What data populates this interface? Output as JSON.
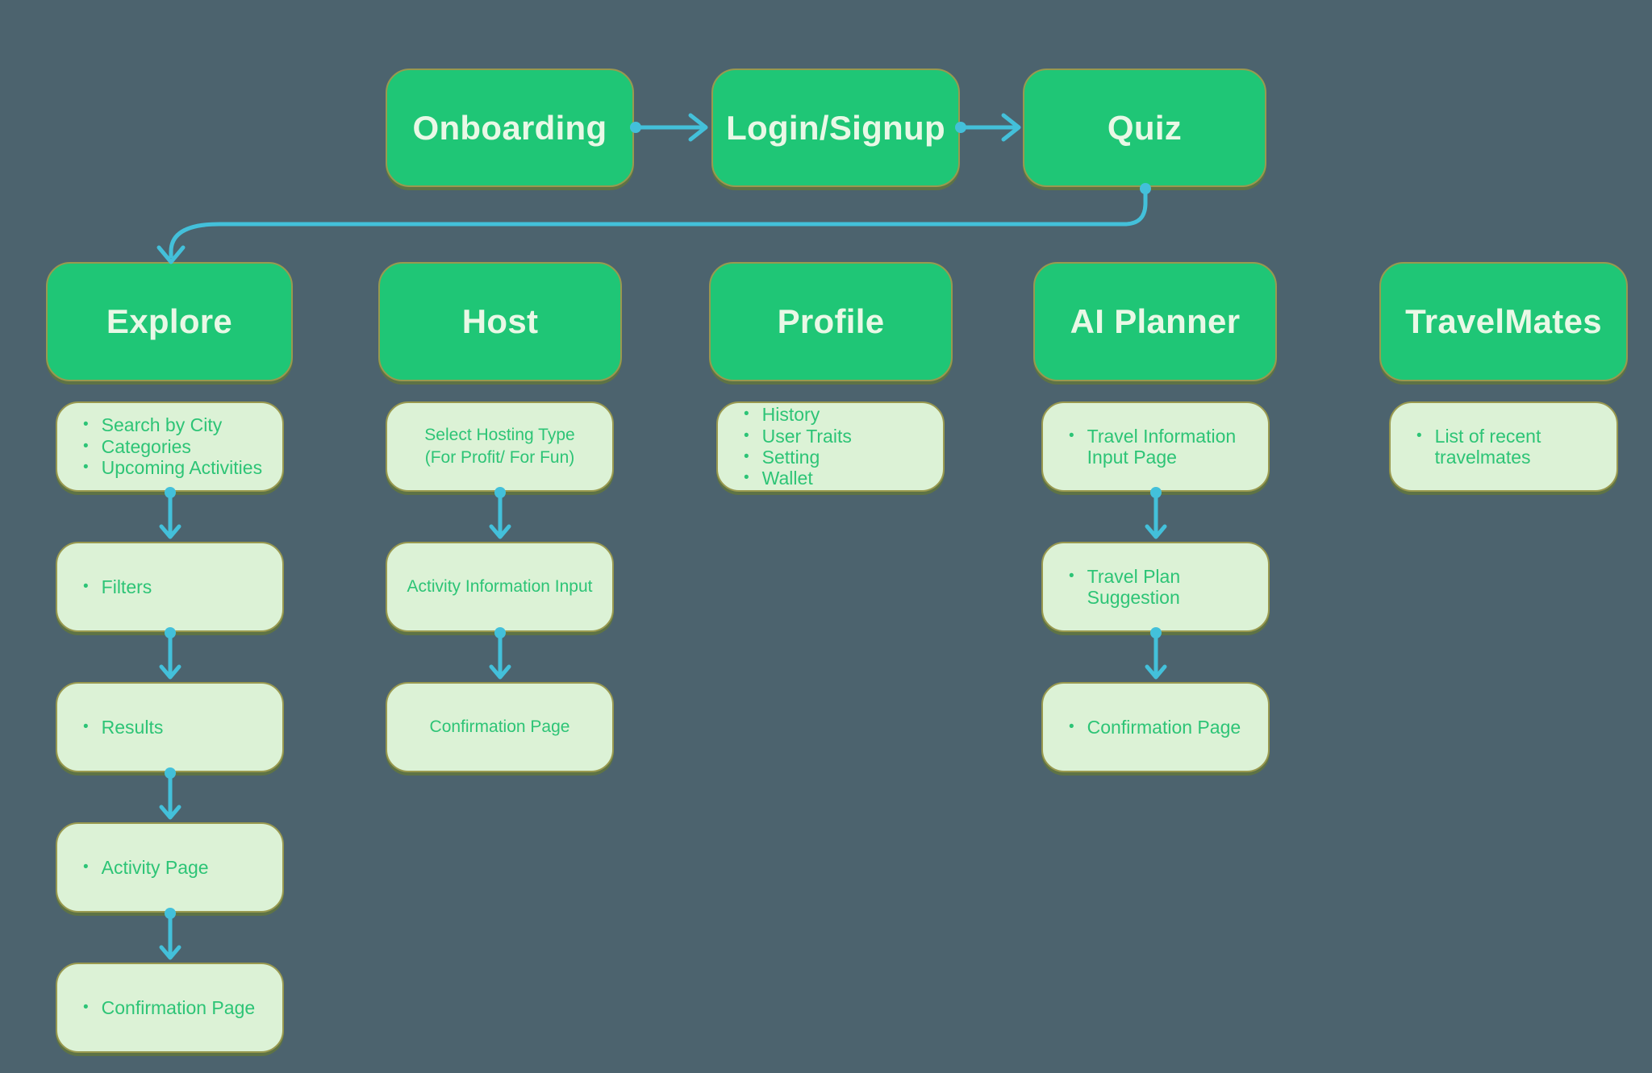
{
  "colors": {
    "background": "#4c636e",
    "node_green": "#1fc676",
    "node_light": "#dcf2d6",
    "text_on_green": "#e9f8e6",
    "text_green": "#2dc476",
    "arrow": "#43c0da",
    "border_olive": "#99994f"
  },
  "flow_top": [
    {
      "id": "onboarding",
      "label": "Onboarding"
    },
    {
      "id": "login-signup",
      "label": "Login/Signup"
    },
    {
      "id": "quiz",
      "label": "Quiz"
    }
  ],
  "sections": [
    {
      "id": "explore",
      "title": "Explore",
      "boxes": [
        {
          "bullets": [
            "Search by City",
            "Categories",
            "Upcoming Activities"
          ]
        },
        {
          "bullets": [
            "Filters"
          ]
        },
        {
          "bullets": [
            "Results"
          ]
        },
        {
          "bullets": [
            "Activity Page"
          ]
        },
        {
          "bullets": [
            "Confirmation Page"
          ]
        }
      ]
    },
    {
      "id": "host",
      "title": "Host",
      "boxes": [
        {
          "center": "Select Hosting Type\n(For Profit/ For Fun)"
        },
        {
          "center": "Activity Information Input"
        },
        {
          "center": "Confirmation Page"
        }
      ]
    },
    {
      "id": "profile",
      "title": "Profile",
      "boxes": [
        {
          "bullets": [
            "History",
            "User Traits",
            "Setting",
            "Wallet"
          ]
        }
      ]
    },
    {
      "id": "ai-planner",
      "title": "AI Planner",
      "boxes": [
        {
          "bullets": [
            "Travel Information\nInput Page"
          ]
        },
        {
          "bullets": [
            "Travel Plan\nSuggestion"
          ]
        },
        {
          "bullets": [
            "Confirmation Page"
          ]
        }
      ]
    },
    {
      "id": "travelmates",
      "title": "TravelMates",
      "boxes": [
        {
          "bullets": [
            "List of recent\ntravelmates"
          ]
        }
      ]
    }
  ]
}
